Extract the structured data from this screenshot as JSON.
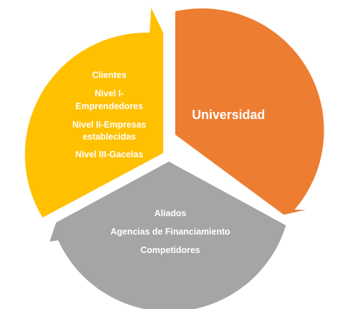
{
  "colors": {
    "segment_left": "#FFC000",
    "segment_right": "#ED7D31",
    "segment_bottom": "#A5A5A5",
    "text": "#FFFFFF"
  },
  "segments": {
    "left": {
      "lines": [
        "Clientes",
        "Nivel I-",
        "Emprendedores",
        "Nivel II-Empresas",
        "establecidas",
        "Nivel III-Gacelas"
      ]
    },
    "right": {
      "title": "Universidad"
    },
    "bottom": {
      "lines": [
        "Aliados",
        "Agencias de Financiamiento",
        "Competidores"
      ]
    }
  }
}
